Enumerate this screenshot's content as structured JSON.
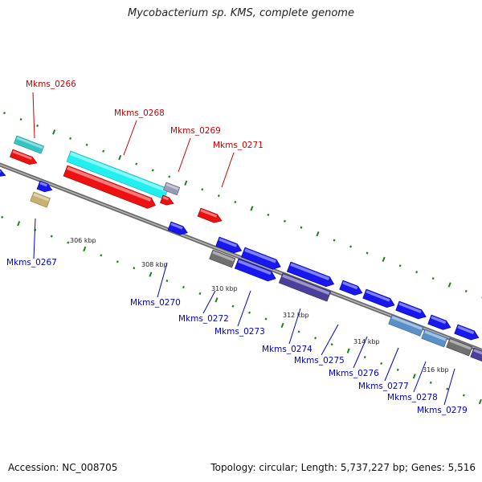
{
  "title": "Mycobacterium sp. KMS, complete genome",
  "footer": {
    "accession": "Accession: NC_008705",
    "summary": "Topology: circular; Length: 5,737,227 bp; Genes: 5,516"
  },
  "colors": {
    "backbone": "#808080",
    "tick": "#1f7f1f",
    "label_top": "#cc0000",
    "label_bottom": "#0000cc"
  },
  "scale_labels": [
    "306 kbp",
    "308 kbp",
    "310 kbp",
    "312 kbp",
    "314 kbp",
    "316 kbp"
  ],
  "genes": [
    {
      "id": "Mkms_0266",
      "side": "top"
    },
    {
      "id": "Mkms_0267",
      "side": "bottom"
    },
    {
      "id": "Mkms_0268",
      "side": "top"
    },
    {
      "id": "Mkms_0269",
      "side": "top"
    },
    {
      "id": "Mkms_0270",
      "side": "bottom"
    },
    {
      "id": "Mkms_0271",
      "side": "top"
    },
    {
      "id": "Mkms_0272",
      "side": "bottom"
    },
    {
      "id": "Mkms_0273",
      "side": "bottom"
    },
    {
      "id": "Mkms_0274",
      "side": "bottom"
    },
    {
      "id": "Mkms_0275",
      "side": "bottom"
    },
    {
      "id": "Mkms_0276",
      "side": "bottom"
    },
    {
      "id": "Mkms_0277",
      "side": "bottom"
    },
    {
      "id": "Mkms_0278",
      "side": "bottom"
    },
    {
      "id": "Mkms_0279",
      "side": "bottom"
    }
  ]
}
